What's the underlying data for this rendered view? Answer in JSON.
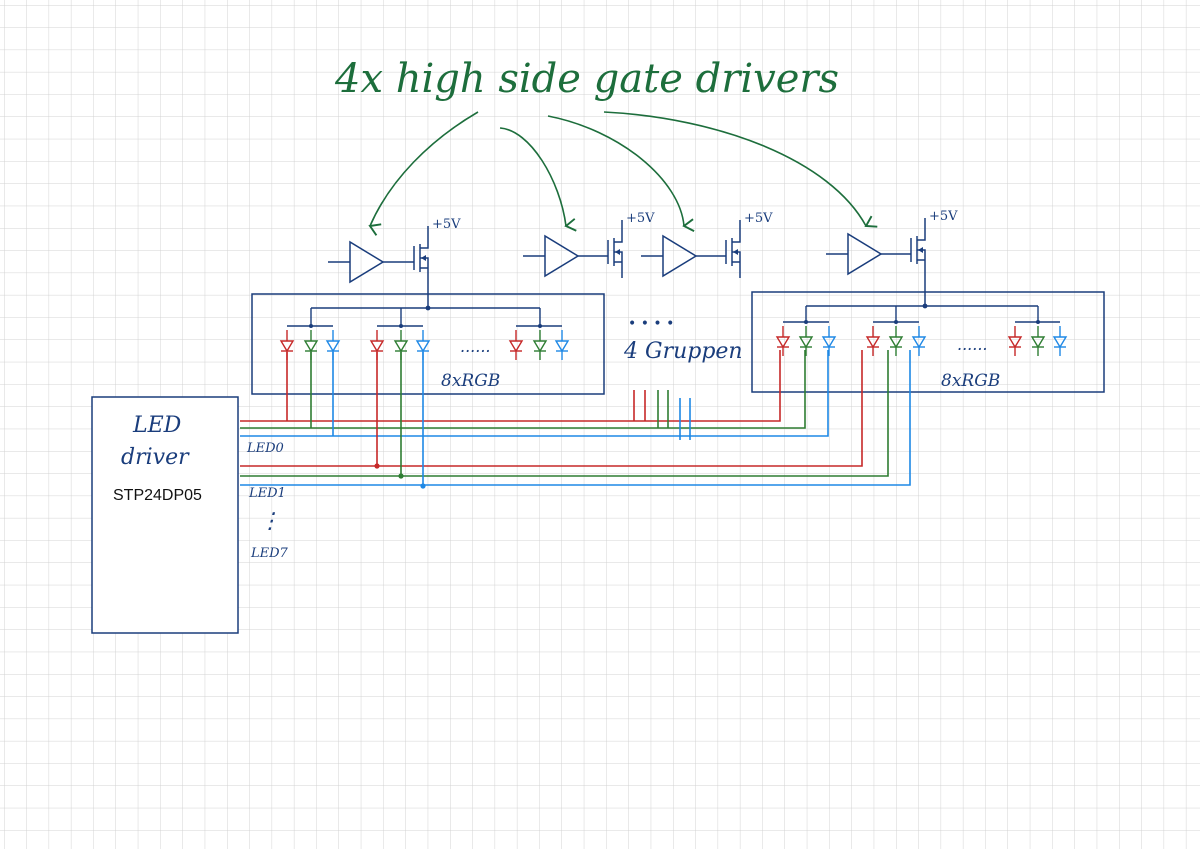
{
  "title": "4x high side gate drivers",
  "supply_label": "+5V",
  "ellipsis": "......",
  "groups_note": "4 Gruppen",
  "group_label": "8xRGB",
  "driver": {
    "title_line1": "LED",
    "title_line2": "driver",
    "part_number": "STP24DP05"
  },
  "led_lines": {
    "first": "LED0",
    "second": "LED1",
    "dots": "⋮",
    "last": "LED7"
  },
  "colors": {
    "ink_blue": "#1a3d7c",
    "ink_green": "#1d6e3c",
    "wire_red": "#c62828",
    "wire_green": "#2e7d32",
    "wire_blue": "#1e88e5",
    "grid": "#d3d3d3"
  }
}
